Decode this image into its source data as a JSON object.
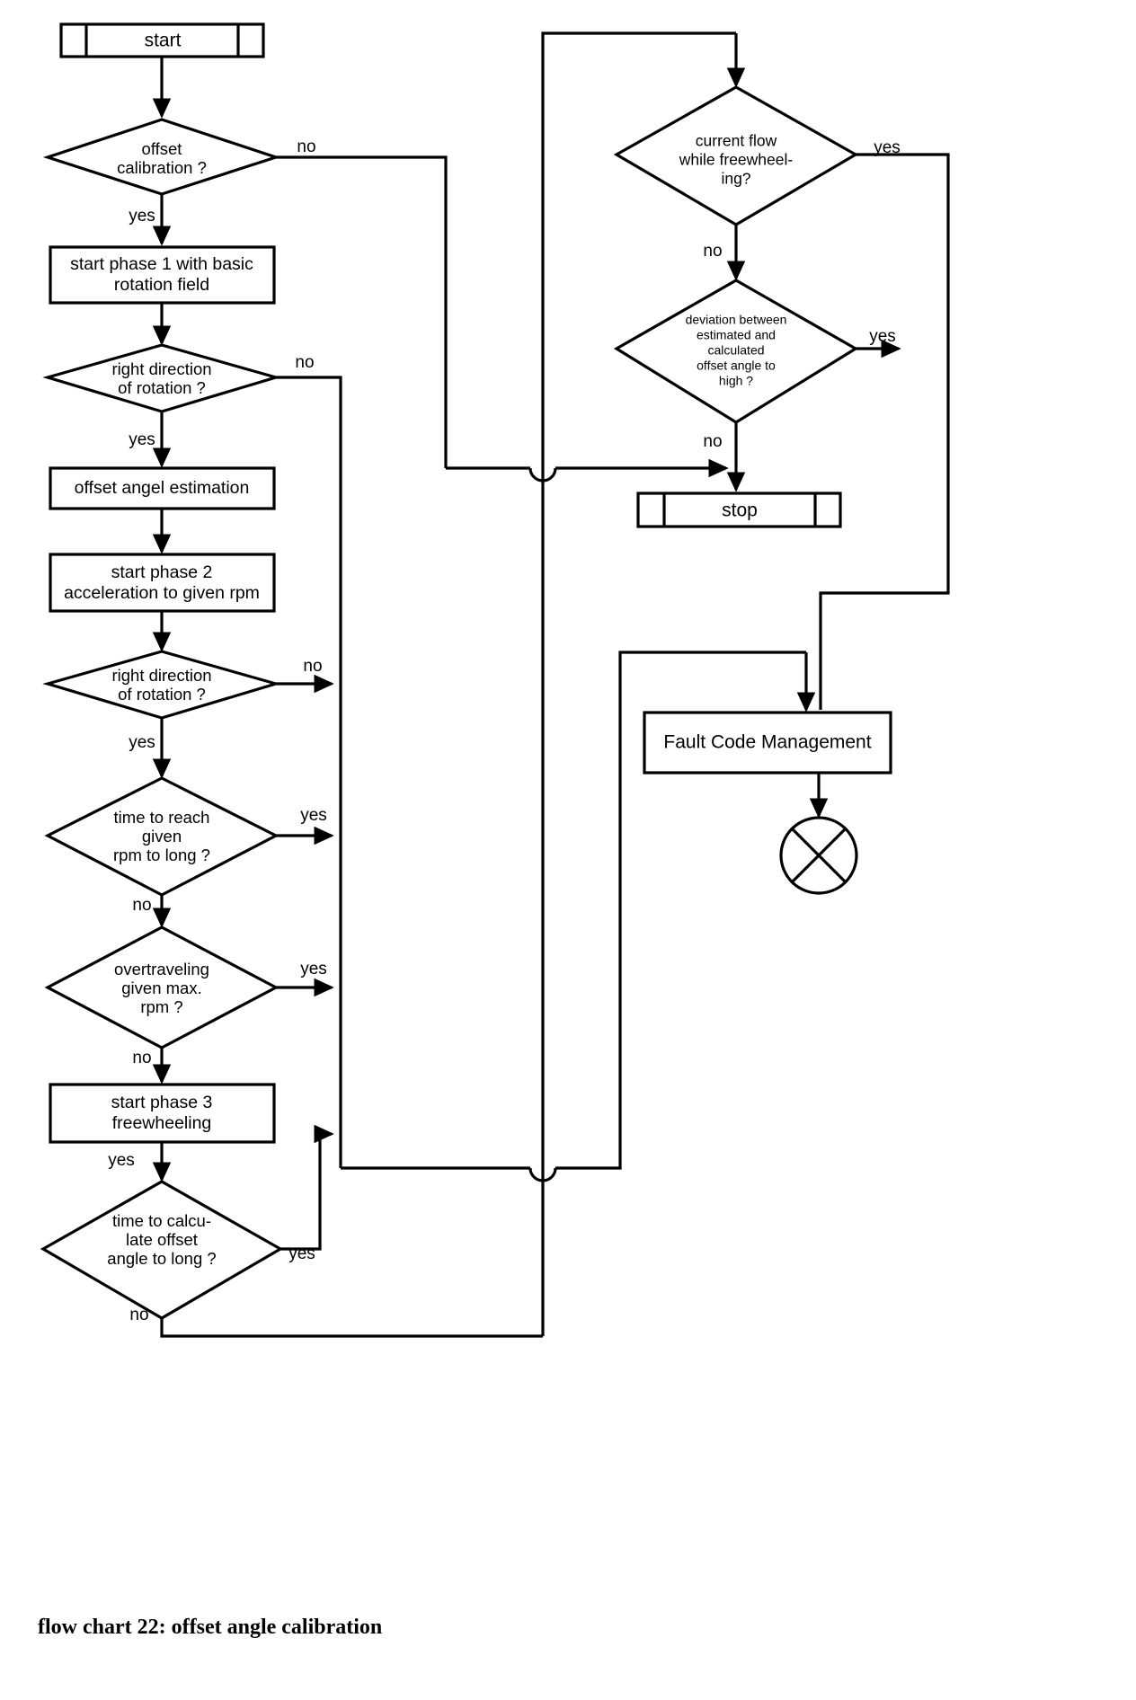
{
  "diagram": {
    "title": "flow chart 22: offset angle calibration",
    "caption": "flow chart 22: offset angle calibration",
    "colors": {
      "stroke": "#000000",
      "fill": "#ffffff",
      "background": "#ffffff"
    },
    "nodes": {
      "start": {
        "label": "start",
        "type": "terminator"
      },
      "offset_calibration": {
        "label_line1": "offset",
        "label_line2": "calibration ?",
        "type": "decision"
      },
      "start_phase_1": {
        "label_line1": "start phase 1 with basic",
        "label_line2": "rotation field",
        "type": "process"
      },
      "right_direction_1": {
        "label_line1": "right direction",
        "label_line2": "of rotation ?",
        "type": "decision"
      },
      "offset_angel_estimation": {
        "label": "offset angel estimation",
        "type": "process"
      },
      "start_phase_2": {
        "label_line1": "start phase 2",
        "label_line2": "acceleration to given rpm",
        "type": "process"
      },
      "right_direction_2": {
        "label_line1": "right direction",
        "label_line2": "of rotation ?",
        "type": "decision"
      },
      "time_to_reach_rpm": {
        "label_line1": "time to reach",
        "label_line2": "given",
        "label_line3": "rpm to long ?",
        "type": "decision"
      },
      "overtraveling": {
        "label_line1": "overtraveling",
        "label_line2": "given max.",
        "label_line3": "rpm ?",
        "type": "decision"
      },
      "start_phase_3": {
        "label_line1": "start phase 3",
        "label_line2": "freewheeling",
        "type": "process"
      },
      "time_to_calculate": {
        "label_line1": "time to calcu-",
        "label_line2": "late offset",
        "label_line3": "angle to long ?",
        "type": "decision"
      },
      "current_flow": {
        "label_line1": "current flow",
        "label_line2": "while freewheel-",
        "label_line3": "ing?",
        "type": "decision"
      },
      "deviation": {
        "label_line1": "deviation between",
        "label_line2": "estimated and",
        "label_line3": "calculated",
        "label_line4": "offset angle to",
        "label_line5": "high ?",
        "type": "decision"
      },
      "stop": {
        "label": "stop",
        "type": "terminator"
      },
      "fault_code_management": {
        "label": "Fault Code Management",
        "type": "process"
      },
      "end_connector": {
        "label": "",
        "type": "circle-cross-connector"
      }
    },
    "edge_labels": {
      "offset_calibration_no": "no",
      "offset_calibration_yes": "yes",
      "right_direction_1_no": "no",
      "right_direction_1_yes": "yes",
      "right_direction_2_no": "no",
      "right_direction_2_yes": "yes",
      "time_to_reach_rpm_yes": "yes",
      "time_to_reach_rpm_no": "no",
      "overtraveling_yes": "yes",
      "overtraveling_no": "no",
      "start_phase_3_yes": "yes",
      "time_to_calculate_yes": "yes",
      "time_to_calculate_no": "no",
      "current_flow_yes": "yes",
      "current_flow_no": "no",
      "deviation_yes": "yes",
      "deviation_no": "no"
    }
  }
}
